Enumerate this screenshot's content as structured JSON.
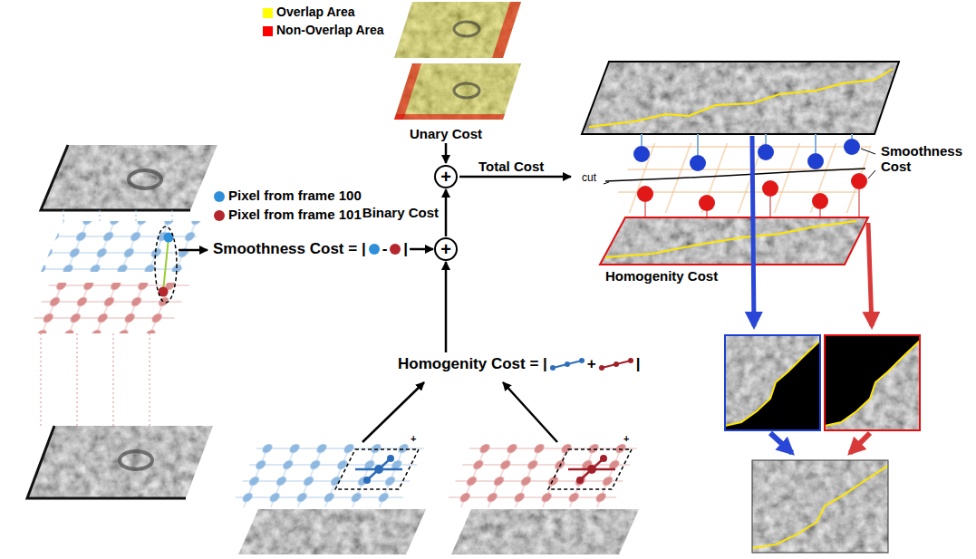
{
  "diagram": {
    "nodes": [
      {
        "text": [
          "+"
        ]
      },
      {
        "text": [
          "+"
        ]
      },
      {
        "text": [
          "Smoothness Cost = |"
        ]
      },
      {
        "text": [
          "Homogenity Cost = |"
        ]
      }
    ],
    "edges": [
      {
        "from": 1,
        "to": 0,
        "arrow": "to",
        "label": "Binary Cost"
      },
      {
        "from": 2,
        "to": 1,
        "arrow": "to"
      },
      {
        "from": 3,
        "to": 1,
        "arrow": "to"
      }
    ],
    "labels": [
      "Unary Cost",
      "Total Cost",
      "-",
      "|",
      "+",
      "|",
      "cut",
      "Smoothness Cost",
      "Homogenity Cost",
      "+",
      "+"
    ],
    "legend": [
      {
        "text": "Overlap Area",
        "color": "#ffff00"
      },
      {
        "text": "Non-Overlap Area",
        "color": "#ff0000"
      },
      {
        "text": "Pixel from frame 100",
        "color": "#2f8fd8"
      },
      {
        "text": "Pixel from frame 101",
        "color": "#b3272d"
      }
    ]
  }
}
